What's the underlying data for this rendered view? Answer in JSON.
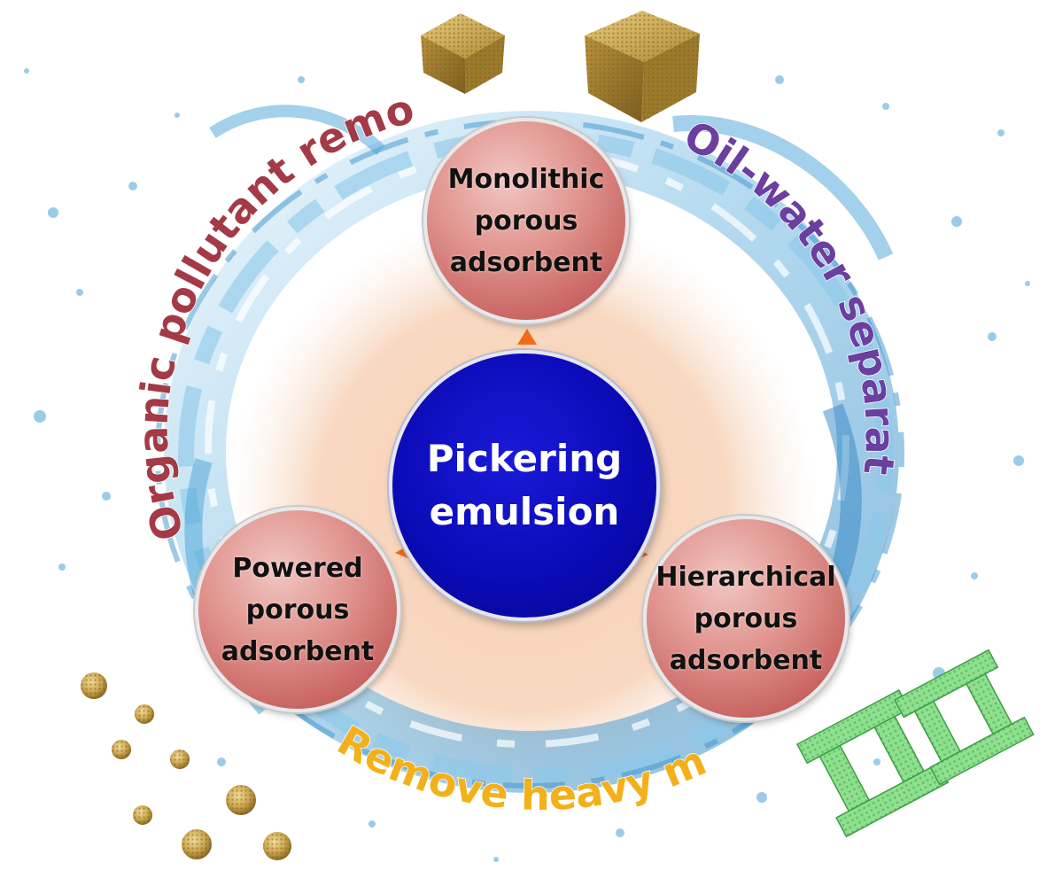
{
  "center": {
    "line1": "Pickering",
    "line2": "emulsion"
  },
  "nodes": {
    "top": [
      "Monolithic",
      "porous",
      "adsorbent"
    ],
    "left": [
      "Powered",
      "porous",
      "adsorbent"
    ],
    "right": [
      "Hierarchical",
      "porous",
      "adsorbent"
    ]
  },
  "arc_labels": {
    "left": "Organic pollutant removal",
    "right": "Oil-water separation",
    "bottom": "Remove heavy metal"
  },
  "colors": {
    "arc_left": "#a33a46",
    "arc_right": "#6a3fa0",
    "arc_bottom": "#f2b11a",
    "node_red": "#d9847f",
    "node_blue": "#0b0bb8",
    "arrow": "#f26a17",
    "water": "#4aa3d6",
    "halo": "#f6c9a8"
  },
  "decorations": [
    "gold-cube",
    "gold-sphere",
    "green-framework"
  ]
}
